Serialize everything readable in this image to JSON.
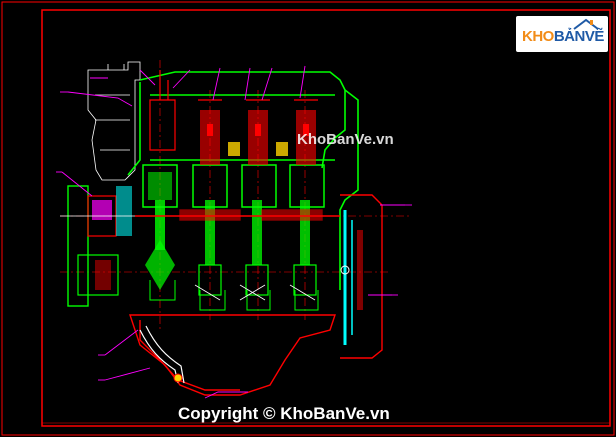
{
  "logo": {
    "kho": "KHO",
    "banve": "BẢNVẼ"
  },
  "watermark_mid": "KhoBanVe.vn",
  "watermark_bottom": "Copyright © KhoBanVe.vn",
  "colors": {
    "background": "#000000",
    "frame": "#ff0000",
    "engine_outline": "#00ff00",
    "section_fill": "#ff0000",
    "leader_lines": "#ff00ff",
    "hatching": "#ffffff",
    "cooling_parts": "#00ffff",
    "logo_orange": "#f28c18",
    "logo_blue": "#1f5aa6"
  },
  "icons": [
    "engine-cross-section-drawing",
    "house-logo-icon"
  ]
}
